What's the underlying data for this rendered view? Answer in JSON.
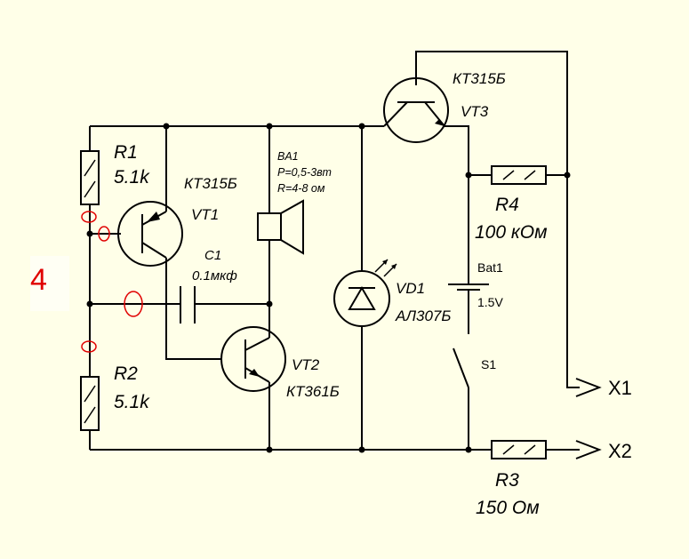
{
  "page_number": "4",
  "components": {
    "r1": {
      "ref": "R1",
      "value": "5.1k"
    },
    "r2": {
      "ref": "R2",
      "value": "5.1k"
    },
    "r3": {
      "ref": "R3",
      "value": "150 Ом"
    },
    "r4": {
      "ref": "R4",
      "value": "100 кОм"
    },
    "vt1": {
      "ref": "VT1",
      "type": "КТ315Б"
    },
    "vt2": {
      "ref": "VT2",
      "type": "КТ361Б"
    },
    "vt3": {
      "ref": "VT3",
      "type": "КТ315Б"
    },
    "c1": {
      "ref": "C1",
      "value": "0.1мкф"
    },
    "ba1": {
      "ref": "BA1",
      "power": "P=0,5-3вт",
      "impedance": "R=4-8 ом"
    },
    "vd1": {
      "ref": "VD1",
      "type": "АЛ307Б"
    },
    "bat1": {
      "ref": "Bat1",
      "voltage": "1.5V"
    },
    "s1": {
      "ref": "S1"
    }
  },
  "terminals": {
    "x1": "X1",
    "x2": "X2"
  },
  "colors": {
    "background": "#ffffe8",
    "ink": "#000000",
    "markup": "#e00000"
  }
}
